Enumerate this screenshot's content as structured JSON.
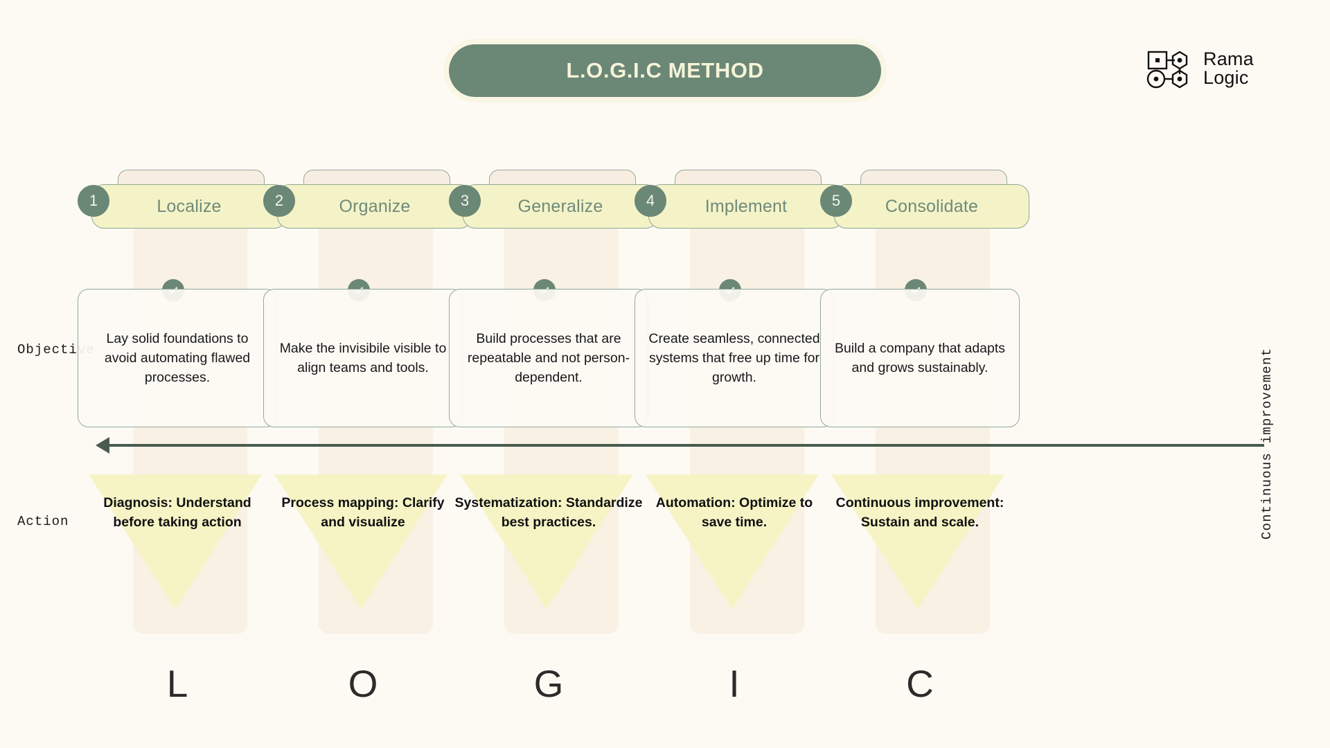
{
  "header": {
    "title": "L.O.G.I.C METHOD",
    "brand_line1": "Rama",
    "brand_line2": "Logic"
  },
  "row_labels": {
    "objective": "Objective",
    "action": "Action"
  },
  "side_label": "Continuous improvement",
  "colors": {
    "background": "#fdfaf4",
    "accent_green": "#6b8776",
    "pill_yellow": "#f4f3c8",
    "column_beige": "#f7eee1",
    "triangle_yellow": "#f6f4c5",
    "title_text": "#f5f3d8",
    "arrow": "#4a5a4e"
  },
  "icons": {
    "check": "check-icon",
    "arrow": "arrow-left-icon",
    "logo": "node-graph-icon"
  },
  "steps": [
    {
      "number": "1",
      "title": "Localize",
      "objective": "Lay solid foundations to avoid automating flawed processes.",
      "action": "Diagnosis: Understand before taking action",
      "letter": "L"
    },
    {
      "number": "2",
      "title": "Organize",
      "objective": "Make the invisibile visible to align teams and tools.",
      "action": "Process mapping: Clarify and visualize",
      "letter": "O"
    },
    {
      "number": "3",
      "title": "Generalize",
      "objective": "Build processes that are repeatable and not person-dependent.",
      "action": "Systematization: Standardize best practices.",
      "letter": "G"
    },
    {
      "number": "4",
      "title": "Implement",
      "objective": "Create seamless, connected systems that free up time for growth.",
      "action": "Automation: Optimize to save time.",
      "letter": "I"
    },
    {
      "number": "5",
      "title": "Consolidate",
      "objective": "Build a company that adapts and grows sustainably.",
      "action": "Continuous improvement: Sustain and scale.",
      "letter": "C"
    }
  ]
}
